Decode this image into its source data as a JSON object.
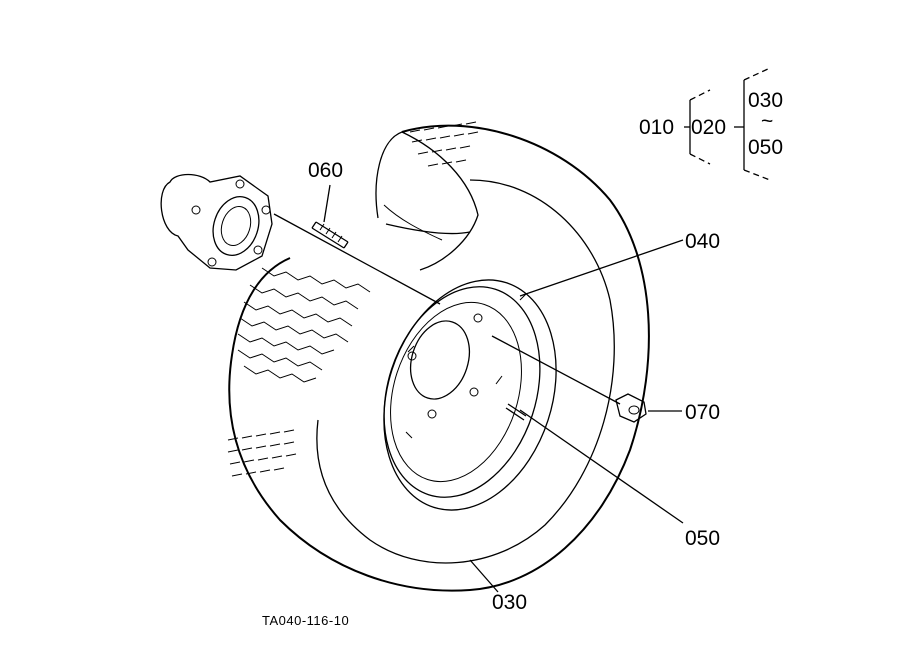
{
  "part_labels": {
    "p010": "010",
    "p020": "020",
    "p030_tree": "030",
    "tilde": "~",
    "p050_tree": "050",
    "p060": "060",
    "p040": "040",
    "p070": "070",
    "p050": "050",
    "p030": "030"
  },
  "figure_ref": "TA040-116-10"
}
